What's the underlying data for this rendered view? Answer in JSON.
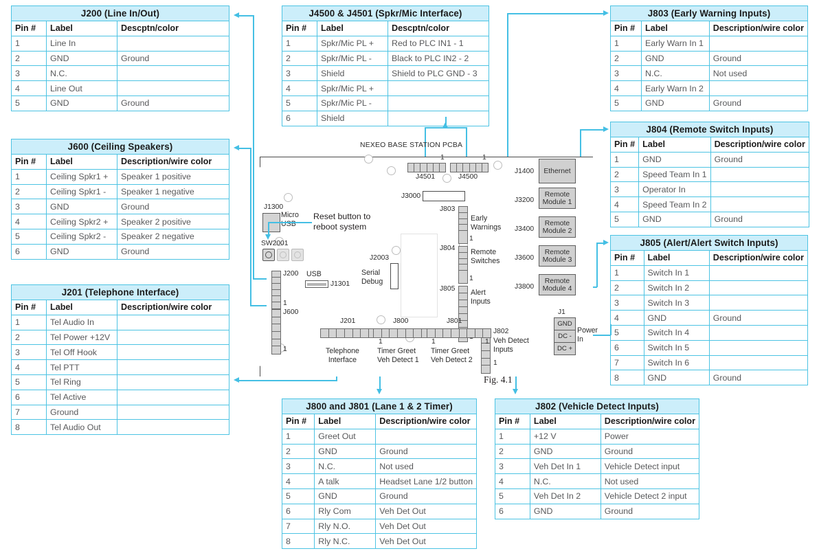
{
  "figure": {
    "caption": "Fig. 4.1",
    "board_title": "NEXEO BASE STATION PCBA"
  },
  "columns": {
    "pin": "Pin #",
    "label": "Label",
    "desc_long": "Description/wire color",
    "desc_short": "Descptn/color"
  },
  "tables": [
    {
      "id": "j200",
      "title": "J200 (Line In/Out)",
      "desc_header": "Descptn/color",
      "rows": [
        {
          "pin": "1",
          "label": "Line In",
          "desc": ""
        },
        {
          "pin": "2",
          "label": "GND",
          "desc": "Ground"
        },
        {
          "pin": "3",
          "label": "N.C.",
          "desc": ""
        },
        {
          "pin": "4",
          "label": "Line Out",
          "desc": ""
        },
        {
          "pin": "5",
          "label": "GND",
          "desc": "Ground"
        }
      ]
    },
    {
      "id": "j600",
      "title": "J600 (Ceiling Speakers)",
      "desc_header": "Description/wire color",
      "rows": [
        {
          "pin": "1",
          "label": "Ceiling Spkr1 +",
          "desc": "Speaker 1 positive"
        },
        {
          "pin": "2",
          "label": "Ceiling Spkr1 -",
          "desc": "Speaker 1 negative"
        },
        {
          "pin": "3",
          "label": "GND",
          "desc": "Ground"
        },
        {
          "pin": "4",
          "label": "Ceiling Spkr2 +",
          "desc": "Speaker 2 positive"
        },
        {
          "pin": "5",
          "label": "Ceiling Spkr2 -",
          "desc": "Speaker 2 negative"
        },
        {
          "pin": "6",
          "label": "GND",
          "desc": "Ground"
        }
      ]
    },
    {
      "id": "j201",
      "title": "J201 (Telephone Interface)",
      "desc_header": "Description/wire color",
      "rows": [
        {
          "pin": "1",
          "label": "Tel Audio In",
          "desc": ""
        },
        {
          "pin": "2",
          "label": "Tel Power +12V",
          "desc": ""
        },
        {
          "pin": "3",
          "label": "Tel Off Hook",
          "desc": ""
        },
        {
          "pin": "4",
          "label": "Tel PTT",
          "desc": ""
        },
        {
          "pin": "5",
          "label": "Tel Ring",
          "desc": ""
        },
        {
          "pin": "6",
          "label": "Tel Active",
          "desc": ""
        },
        {
          "pin": "7",
          "label": "Ground",
          "desc": ""
        },
        {
          "pin": "8",
          "label": "Tel Audio Out",
          "desc": ""
        }
      ]
    },
    {
      "id": "j4500",
      "title": "J4500 & J4501 (Spkr/Mic Interface)",
      "desc_header": "Descptn/color",
      "rows": [
        {
          "pin": "1",
          "label": "Spkr/Mic PL +",
          "desc": "Red to PLC IN1 - 1"
        },
        {
          "pin": "2",
          "label": "Spkr/Mic PL -",
          "desc": "Black to PLC IN2 - 2"
        },
        {
          "pin": "3",
          "label": "Shield",
          "desc": "Shield to PLC GND - 3"
        },
        {
          "pin": "4",
          "label": "Spkr/Mic PL +",
          "desc": ""
        },
        {
          "pin": "5",
          "label": "Spkr/Mic PL -",
          "desc": ""
        },
        {
          "pin": "6",
          "label": "Shield",
          "desc": ""
        }
      ]
    },
    {
      "id": "j800",
      "title": "J800 and J801 (Lane 1 & 2 Timer)",
      "desc_header": "Description/wire color",
      "rows": [
        {
          "pin": "1",
          "label": "Greet Out",
          "desc": ""
        },
        {
          "pin": "2",
          "label": "GND",
          "desc": "Ground"
        },
        {
          "pin": "3",
          "label": "N.C.",
          "desc": "Not used"
        },
        {
          "pin": "4",
          "label": "A talk",
          "desc": "Headset Lane 1/2 button"
        },
        {
          "pin": "5",
          "label": "GND",
          "desc": "Ground"
        },
        {
          "pin": "6",
          "label": "Rly Com",
          "desc": "Veh Det Out"
        },
        {
          "pin": "7",
          "label": "Rly N.O.",
          "desc": "Veh Det Out"
        },
        {
          "pin": "8",
          "label": "Rly N.C.",
          "desc": "Veh Det Out"
        }
      ]
    },
    {
      "id": "j802",
      "title": "J802 (Vehicle Detect Inputs)",
      "desc_header": "Description/wire color",
      "rows": [
        {
          "pin": "1",
          "label": "+12 V",
          "desc": "Power"
        },
        {
          "pin": "2",
          "label": "GND",
          "desc": "Ground"
        },
        {
          "pin": "3",
          "label": "Veh Det In 1",
          "desc": "Vehicle Detect input"
        },
        {
          "pin": "4",
          "label": "N.C.",
          "desc": "Not used"
        },
        {
          "pin": "5",
          "label": "Veh Det In 2",
          "desc": "Vehicle Detect 2 input"
        },
        {
          "pin": "6",
          "label": "GND",
          "desc": "Ground"
        }
      ]
    },
    {
      "id": "j803",
      "title": "J803 (Early Warning Inputs)",
      "desc_header": "Description/wire color",
      "rows": [
        {
          "pin": "1",
          "label": "Early Warn In 1",
          "desc": ""
        },
        {
          "pin": "2",
          "label": "GND",
          "desc": "Ground"
        },
        {
          "pin": "3",
          "label": "N.C.",
          "desc": "Not used"
        },
        {
          "pin": "4",
          "label": "Early Warn In 2",
          "desc": ""
        },
        {
          "pin": "5",
          "label": "GND",
          "desc": "Ground"
        }
      ]
    },
    {
      "id": "j804",
      "title": "J804 (Remote Switch Inputs)",
      "desc_header": "Description/wire color",
      "rows": [
        {
          "pin": "1",
          "label": "GND",
          "desc": "Ground"
        },
        {
          "pin": "2",
          "label": "Speed Team In 1",
          "desc": ""
        },
        {
          "pin": "3",
          "label": "Operator In",
          "desc": ""
        },
        {
          "pin": "4",
          "label": "Speed Team In 2",
          "desc": ""
        },
        {
          "pin": "5",
          "label": "GND",
          "desc": "Ground"
        }
      ]
    },
    {
      "id": "j805",
      "title": "J805 (Alert/Alert Switch Inputs)",
      "desc_header": "Description/wire color",
      "rows": [
        {
          "pin": "1",
          "label": "Switch In 1",
          "desc": ""
        },
        {
          "pin": "2",
          "label": "Switch In 2",
          "desc": ""
        },
        {
          "pin": "3",
          "label": "Switch In 3",
          "desc": ""
        },
        {
          "pin": "4",
          "label": "GND",
          "desc": "Ground"
        },
        {
          "pin": "5",
          "label": "Switch In 4",
          "desc": ""
        },
        {
          "pin": "6",
          "label": "Switch In 5",
          "desc": ""
        },
        {
          "pin": "7",
          "label": "Switch In 6",
          "desc": ""
        },
        {
          "pin": "8",
          "label": "GND",
          "desc": "Ground"
        }
      ]
    }
  ],
  "board": {
    "refdes": {
      "j1300": "J1300",
      "j1301": "J1301",
      "sw2001": "SW2001",
      "j200": "J200",
      "j600": "J600",
      "j201": "J201",
      "j800": "J800",
      "j801": "J801",
      "j802": "J802",
      "j803": "J803",
      "j804": "J804",
      "j805": "J805",
      "j4500": "J4500",
      "j4501": "J4501",
      "j3000": "J3000",
      "j2003": "J2003",
      "j1400": "J1400",
      "j3200": "J3200",
      "j3400": "J3400",
      "j3600": "J3600",
      "j3800": "J3800",
      "j1": "J1"
    },
    "pin_one": "1",
    "annotations": {
      "micro_usb": "Micro\nUSB",
      "usb": "USB",
      "reset_note": "Reset button to\nreboot system",
      "serial_debug": "Serial\nDebug",
      "early_warnings": "Early\nWarnings",
      "remote_switches": "Remote\nSwitches",
      "alert_inputs": "Alert\nInputs",
      "veh_detect_inputs": "Veh Detect\nInputs",
      "telephone_interface": "Telephone\nInterface",
      "timer_greet_1": "Timer Greet\nVeh Detect 1",
      "timer_greet_2": "Timer Greet\nVeh Detect 2",
      "power_in": "Power\nIn"
    },
    "modules": {
      "ethernet": "Ethernet",
      "remote1": "Remote\nModule 1",
      "remote2": "Remote\nModule 2",
      "remote3": "Remote\nModule 3",
      "remote4": "Remote\nModule 4"
    },
    "power_pins": [
      "GND",
      "DC -",
      "DC +"
    ]
  },
  "colors": {
    "accent": "#44bfe4",
    "header_fill": "#cceefa",
    "board_outline": "#4a4a4a"
  }
}
